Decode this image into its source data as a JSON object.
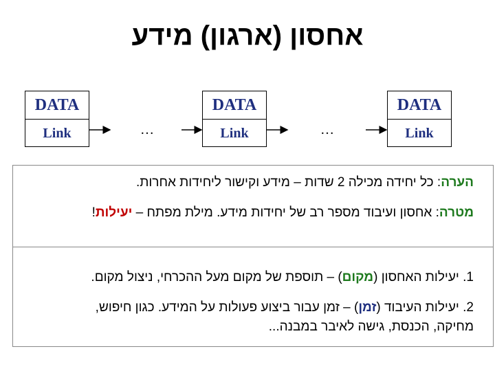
{
  "title": "אחסון (ארגון) מידע",
  "nodes": [
    {
      "data": "DATA",
      "link": "Link"
    },
    {
      "data": "DATA",
      "link": "Link"
    },
    {
      "data": "DATA",
      "link": "Link"
    }
  ],
  "ellipsis": "…",
  "note": {
    "label": "הערה",
    "text": ": כל יחידה מכילה 2 שדות – מידע וקישור ליחידות אחרות."
  },
  "goal": {
    "label": "מטרה",
    "text": ": אחסון ועיבוד מספר רב של יחידות מידע. מילת מפתח – ",
    "keyword": "יעילות",
    "end": "!"
  },
  "items": [
    {
      "prefix": "1. יעילות האחסון (",
      "key": "מקום",
      "suffix": ") – תוספת של מקום מעל ההכרחי, ניצול מקום."
    },
    {
      "prefix": "2. יעילות העיבוד (",
      "key": "זמן",
      "suffix": ") – זמן עבור ביצוע פעולות על המידע. כגון חיפוש,",
      "cont": "מחיקה, הכנסת, גישה לאיבר במבנה..."
    }
  ]
}
